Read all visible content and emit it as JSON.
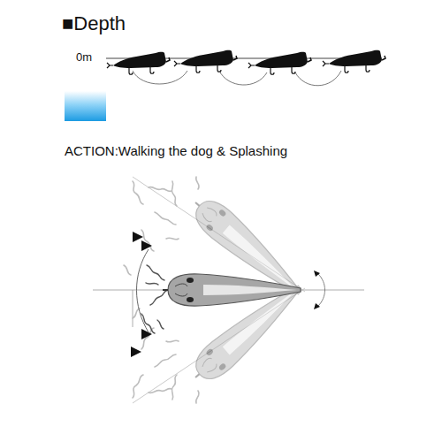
{
  "diagram": {
    "labels": [
      "■Depth",
      "0m",
      "ACTION:Walking the dog & Splashing"
    ]
  }
}
